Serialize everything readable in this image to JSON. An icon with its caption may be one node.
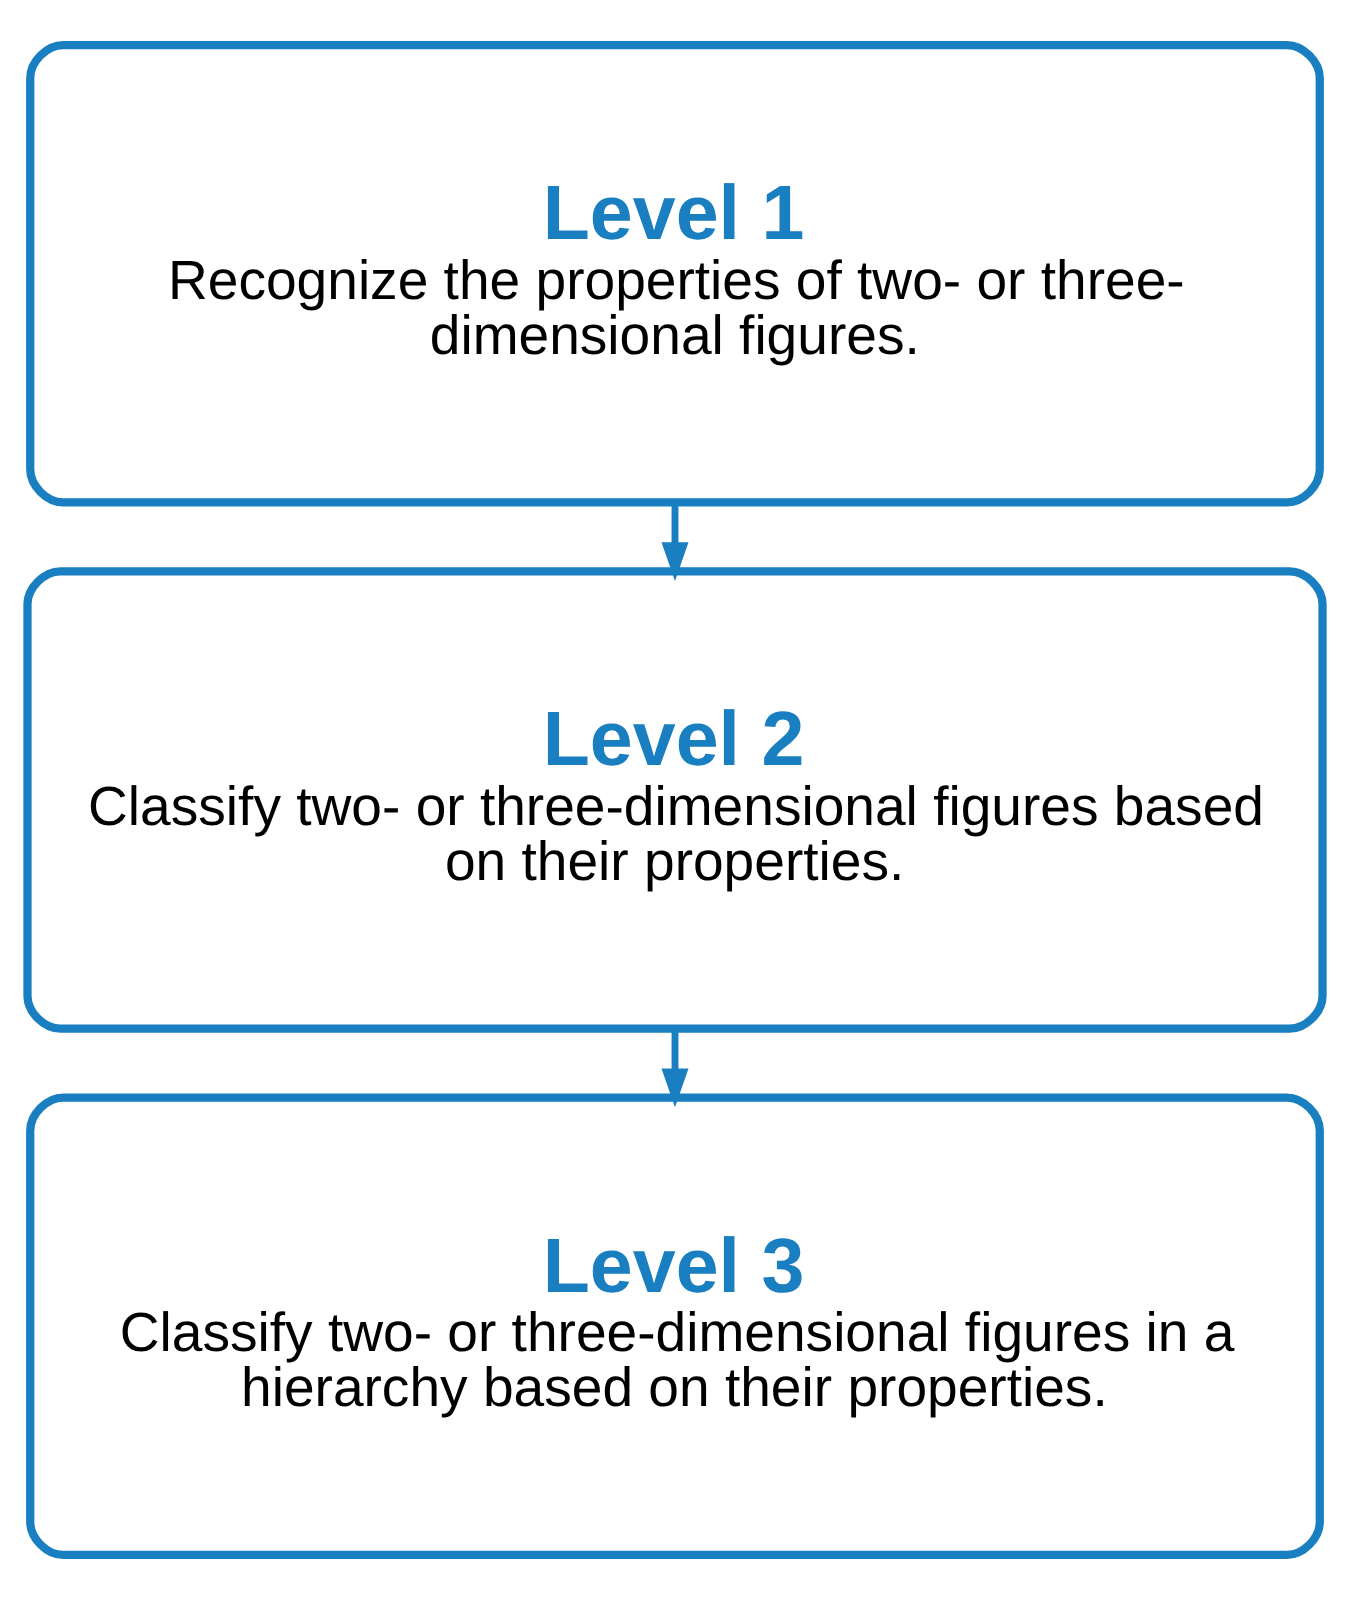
{
  "diagram": {
    "nodes": [
      {
        "text": [
          "Level 1",
          "Recognize the properties of two- or three-dimensional figures."
        ]
      },
      {
        "text": [
          "Level 2",
          "Classify two- or three-dimensional figures based on their properties."
        ]
      },
      {
        "text": [
          "Level 3",
          "Classify two- or three-dimensional figures in a hierarchy based on their properties."
        ]
      }
    ],
    "edges": [
      {
        "from": 0,
        "to": 1,
        "arrow": "to"
      },
      {
        "from": 1,
        "to": 2,
        "arrow": "to"
      }
    ]
  }
}
